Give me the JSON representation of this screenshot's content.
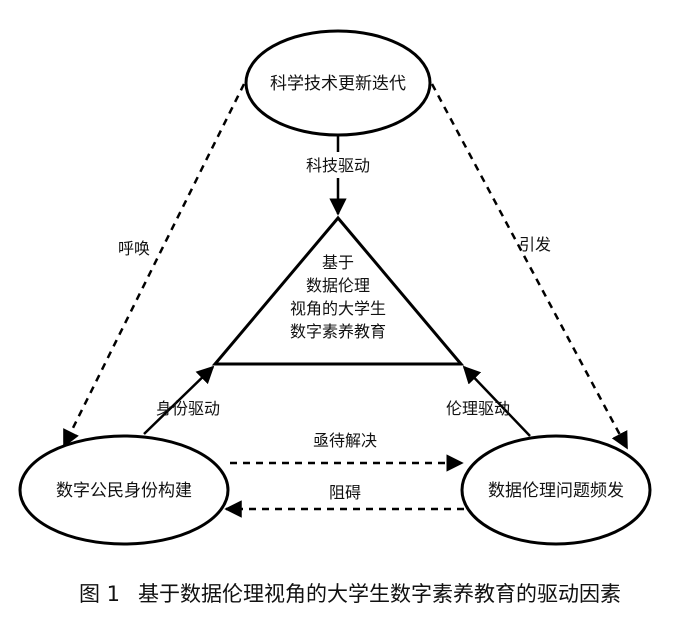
{
  "nodes": {
    "top": "科学技术更新迭代",
    "left": "数字公民身份构建",
    "right": "数据伦理问题频发"
  },
  "center": {
    "lines": [
      "基于",
      "数据伦理",
      "视角的大学生",
      "数字素养教育"
    ]
  },
  "edges": {
    "top_to_center": "科技驱动",
    "left_to_center": "身份驱动",
    "right_to_center": "伦理驱动",
    "top_to_left": "呼唤",
    "top_to_right": "引发",
    "left_to_right": "亟待解决",
    "right_to_left": "阻碍"
  },
  "caption": {
    "figure_number": "图 1",
    "text": "基于数据伦理视角的大学生数字素养教育的驱动因素"
  }
}
